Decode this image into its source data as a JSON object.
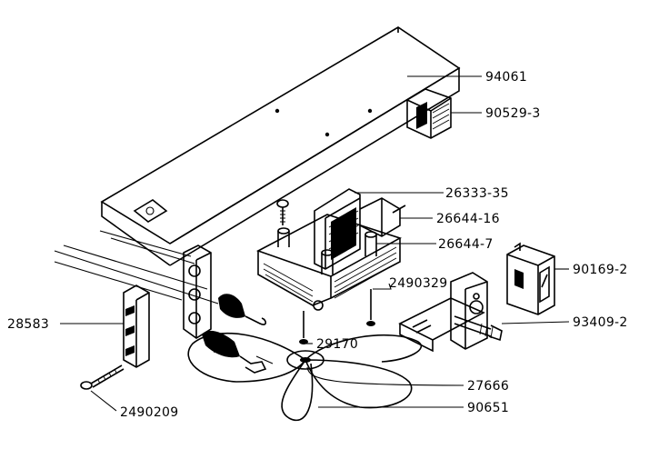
{
  "diagram": {
    "labels": {
      "p94061": "94061",
      "p90529_3": "90529-3",
      "p26333_35": "26333-35",
      "p26644_16": "26644-16",
      "p26644_7": "26644-7",
      "p90169_2": "90169-2",
      "p2490329": "2490329",
      "p93409_2": "93409-2",
      "p28583": "28583",
      "p29170": "29170",
      "p27666": "27666",
      "p2490209": "2490209",
      "p90651": "90651"
    }
  }
}
